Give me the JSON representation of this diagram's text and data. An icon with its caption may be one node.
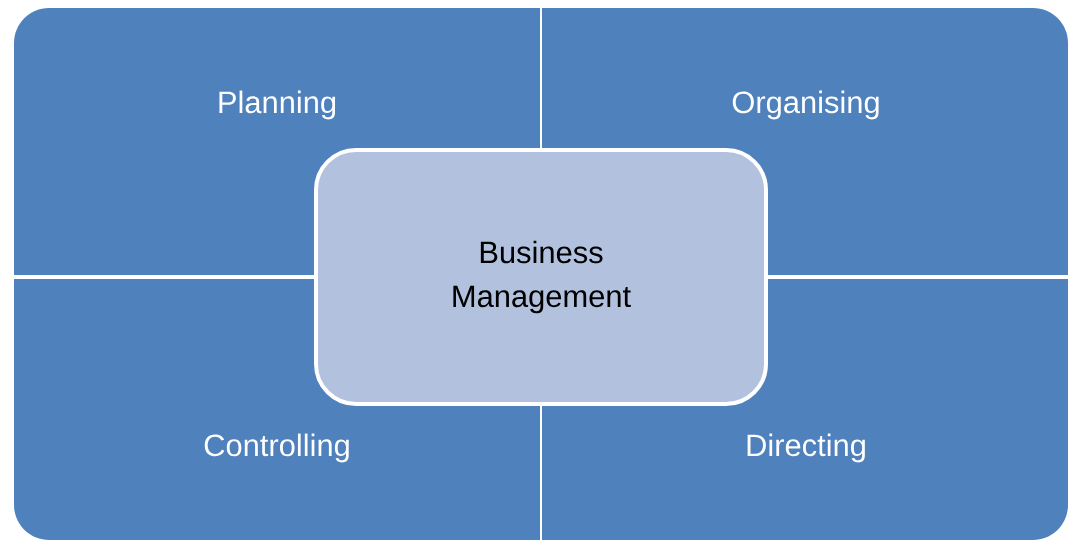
{
  "diagram": {
    "nodes": [
      {
        "text": [
          "Planning"
        ]
      },
      {
        "text": [
          "Organising"
        ]
      },
      {
        "text": [
          "Business Management"
        ]
      },
      {
        "text": [
          "Controlling"
        ]
      },
      {
        "text": [
          "Directing"
        ]
      }
    ]
  }
}
